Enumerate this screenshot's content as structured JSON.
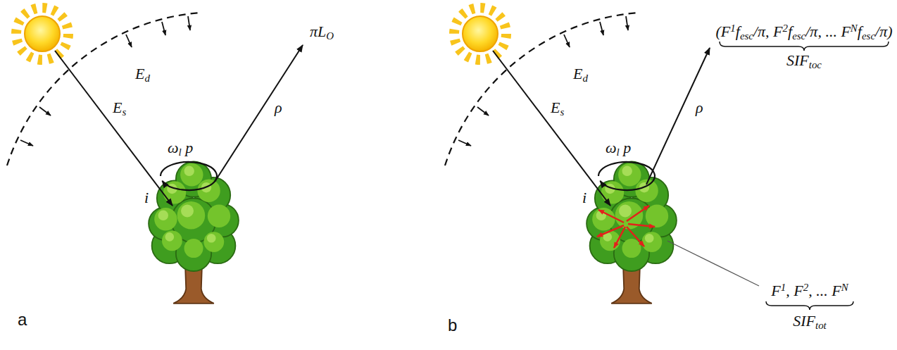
{
  "diagram": {
    "labels": [
      "Ed",
      "Es",
      "i",
      "ωl p",
      "ρ",
      "πLO",
      "a",
      "Ed",
      "Es",
      "i",
      "ωl p",
      "ρ",
      "(F1fesc/π, F2fesc/π, ... FNfesc/π)",
      "SIFtoc",
      "F1, F2, ... FN",
      "SIFtot",
      "b"
    ]
  }
}
